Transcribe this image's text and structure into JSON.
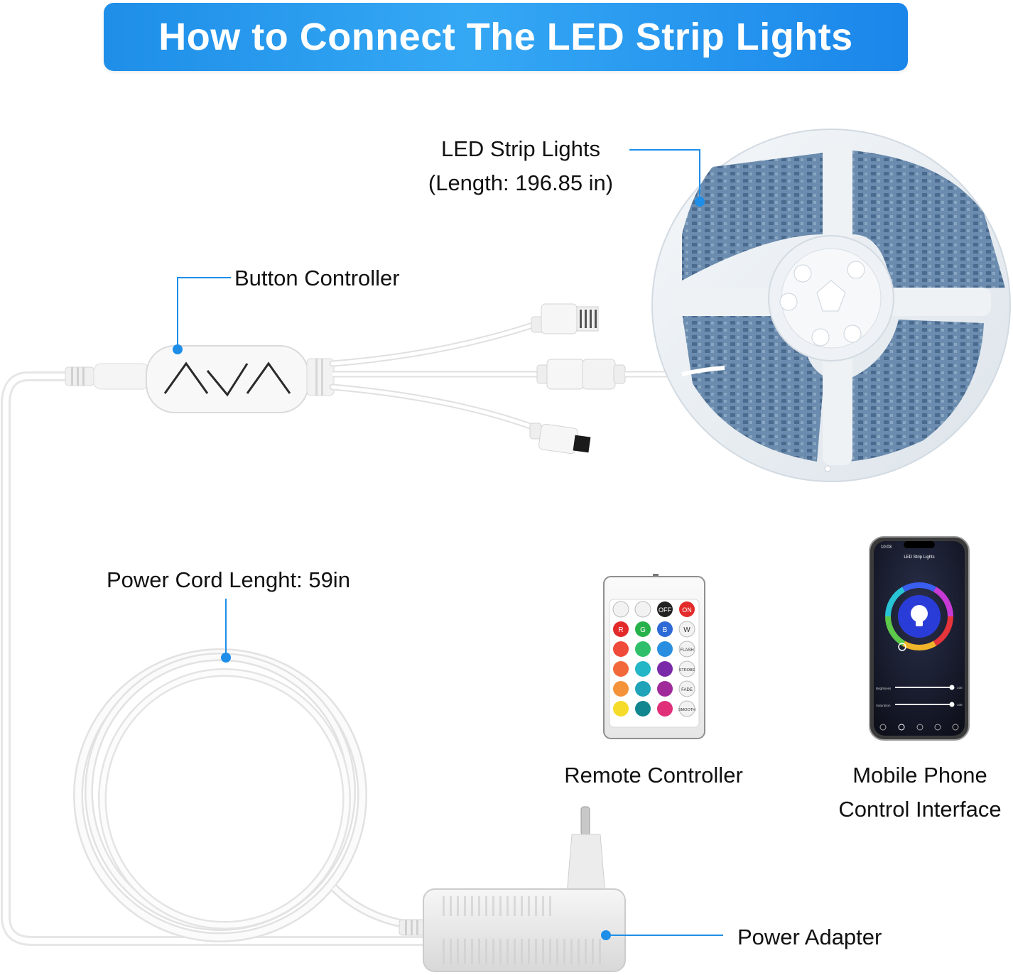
{
  "title": "How to Connect The LED Strip Lights",
  "labels": {
    "led_strip": "LED Strip Lights",
    "led_strip_length": "(Length: 196.85 in)",
    "button_controller": "Button Controller",
    "power_cord": "Power Cord Lenght: 59in",
    "remote_controller": "Remote Controller",
    "mobile_line1": "Mobile Phone",
    "mobile_line2": "Control Interface",
    "power_adapter": "Power Adapter"
  },
  "remote": {
    "off_label": "OFF",
    "on_label": "ON",
    "r_label": "R",
    "g_label": "G",
    "b_label": "B",
    "w_label": "W",
    "flash_label": "FLASH",
    "strobe_label": "STROBE",
    "fade_label": "FADE",
    "smooth_label": "SMOOTH"
  },
  "phone": {
    "time": "10:03",
    "app_title": "LED Strip Lights",
    "brightness_label": "Brightness",
    "saturation_label": "Saturation",
    "brightness_value": "100",
    "saturation_value": "100",
    "brightness_level": 1.0,
    "saturation_level": 1.0
  },
  "colors": {
    "accent": "#1e8ee8",
    "callout": "#1e8ee8",
    "strip_led": "#5f86ad"
  }
}
